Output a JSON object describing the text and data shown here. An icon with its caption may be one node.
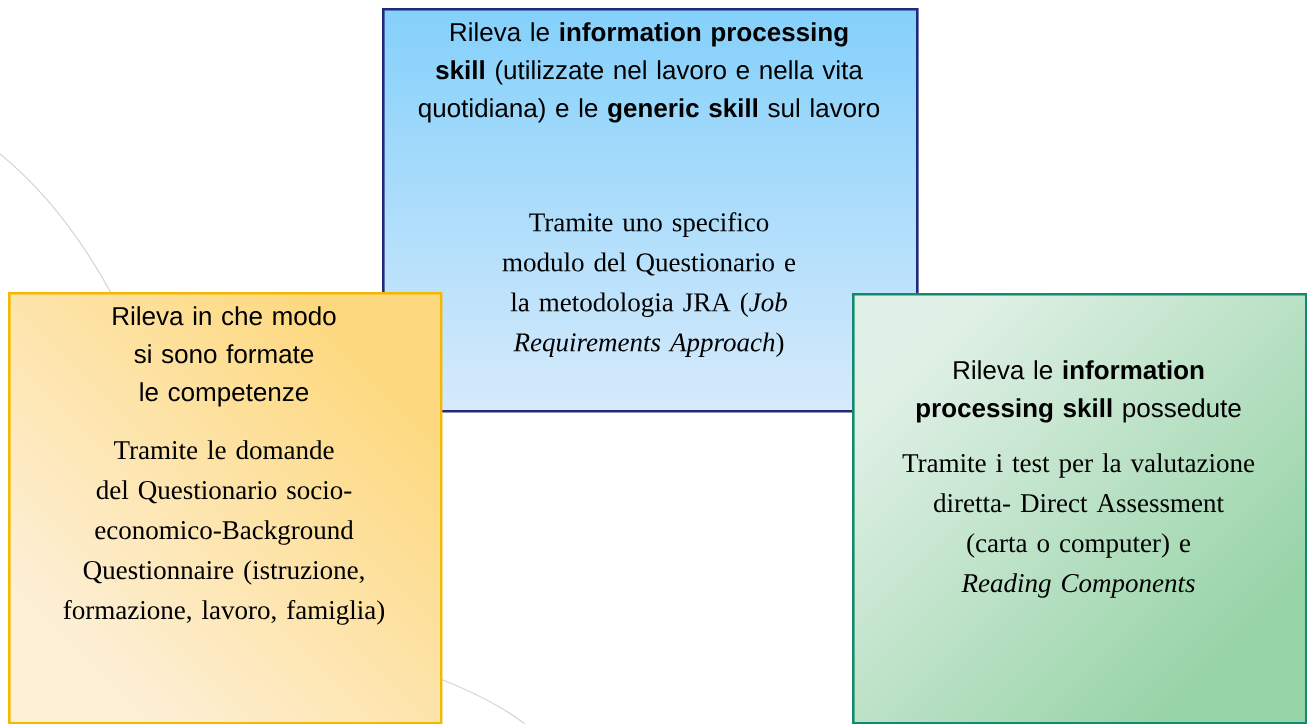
{
  "diagram": {
    "nodes": [
      {
        "text": [
          "Rileva le **information processing skill** (utilizzate nel lavoro e nella vita quotidiana) e le **generic skill** sul lavoro",
          "Tramite uno specifico modulo del Questionario e la metodologia JRA (*Job Requirements Approach*)"
        ]
      },
      {
        "text": [
          "Rileva in che modo si sono formate le competenze",
          "Tramite le domande del Questionario socio-economico-Background Questionnaire (istruzione, formazione, lavoro, famiglia)"
        ]
      },
      {
        "text": [
          "Rileva le **information processing skill** possedute",
          "Tramite i test per la valutazione diretta- Direct Assessment (carta o computer) e *Reading Components*"
        ]
      }
    ]
  }
}
